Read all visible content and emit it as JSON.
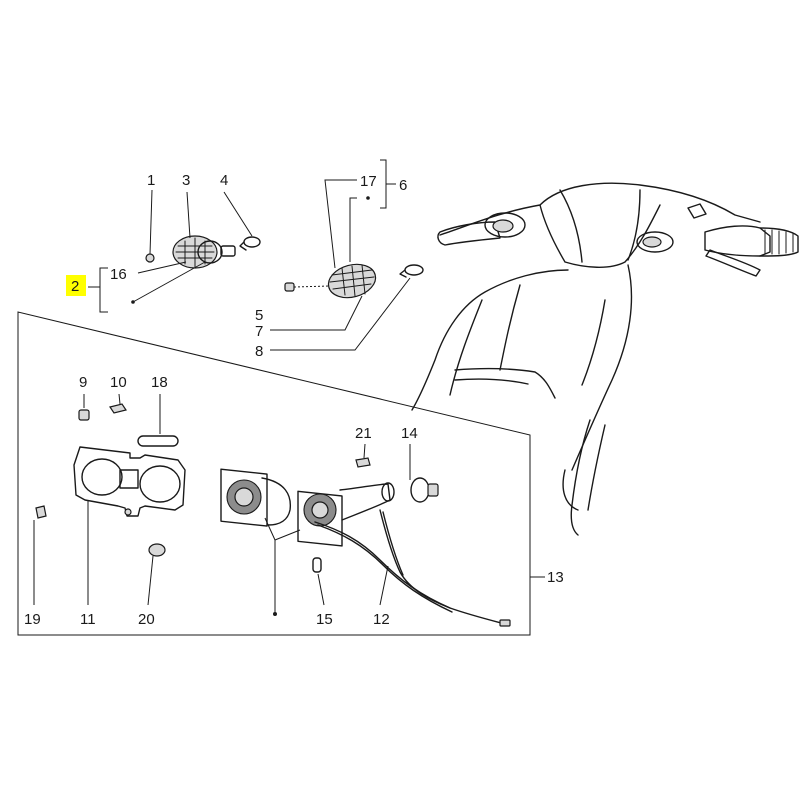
{
  "highlight_color": "#ffff00",
  "callouts": {
    "c1": "1",
    "c2": "2",
    "c3": "3",
    "c4": "4",
    "c5": "5",
    "c6": "6",
    "c7": "7",
    "c8": "8",
    "c9": "9",
    "c10": "10",
    "c11": "11",
    "c12": "12",
    "c13": "13",
    "c14": "14",
    "c15": "15",
    "c16": "16",
    "c17": "17",
    "c18": "18",
    "c19": "19",
    "c20": "20",
    "c21": "21"
  }
}
